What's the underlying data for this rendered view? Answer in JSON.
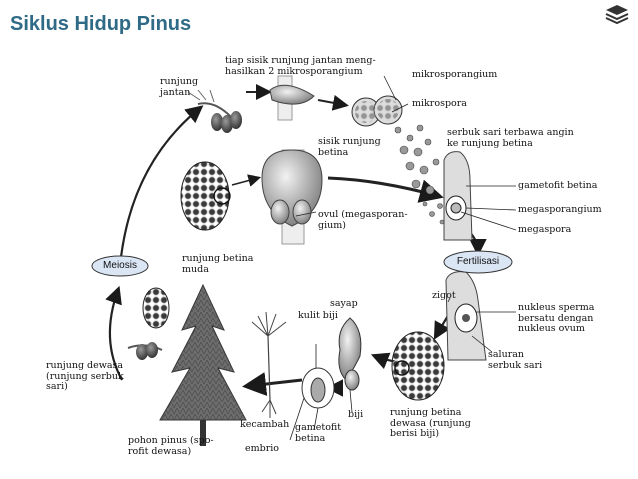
{
  "title": "Siklus Hidup Pinus",
  "labels": {
    "runjung_jantan": "runjung\njantan",
    "tiap_sisik": "tiap sisik runjung jantan meng-\nhasilkan 2 mikrosporangium",
    "mikrosporangium": "mikrosporangium",
    "mikrospora": "mikrospora",
    "sisik_runjung_betina": "sisik runjung\nbetina",
    "serbuk_sari": "serbuk sari terbawa angin\nke runjung betina",
    "gametofit_betina_top": "gametofit betina",
    "megasporangium": "megasporangium",
    "megaspora": "megaspora",
    "ovul": "ovul (megasporan-\ngium)",
    "meiosis": "Meiosis",
    "fertilisasi": "Fertilisasi",
    "runjung_betina_muda": "runjung betina\nmuda",
    "zigot": "zigot",
    "nukleus": "nukleus sperma\nbersatu dengan\nnukleus ovum",
    "saluran": "saluran\nserbuk sari",
    "sayap": "sayap",
    "kulit_biji": "kulit biji",
    "runjung_dewasa": "runjung dewasa\n(runjung serbuk\nsari)",
    "runjung_betina_dewasa": "runjung betina\ndewasa (runjung\nberisi biji)",
    "biji": "biji",
    "kecambah": "kecambah",
    "embrio": "embrio",
    "gametofit_betina_bottom": "gametofit\nbetina",
    "pohon_pinus": "pohon pinus (spo-\nrofit dewasa)"
  },
  "colors": {
    "title": "#2f6a86",
    "bubble_fill": "#dbe6f5",
    "stroke": "#222222",
    "arrow": "#1a1a1a"
  }
}
